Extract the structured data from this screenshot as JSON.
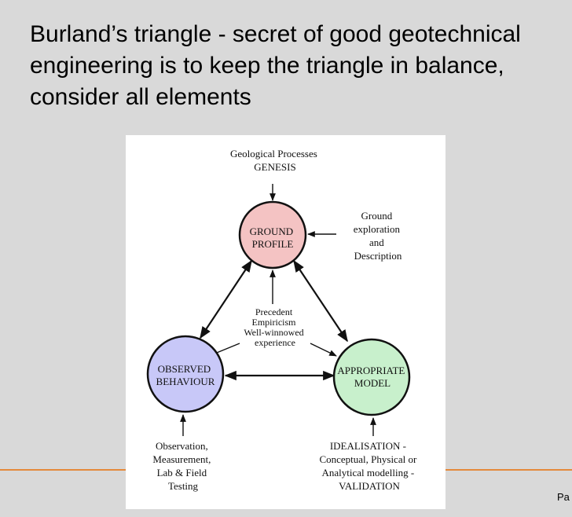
{
  "slide": {
    "title_lines": [
      "Burland’s triangle - secret of good geotechnical",
      "engineering is to keep the triangle in balance,",
      "consider all elements"
    ],
    "page_label": "Pa"
  },
  "diagram": {
    "top_input": [
      "Geological Processes",
      "GENESIS"
    ],
    "ground_profile": [
      "GROUND",
      "PROFILE"
    ],
    "right_input": [
      "Ground",
      "exploration",
      "and",
      "Description"
    ],
    "center": [
      "Precedent",
      "Empiricism",
      "Well-winnowed",
      "experience"
    ],
    "observed_behaviour": [
      "OBSERVED",
      "BEHAVIOUR"
    ],
    "appropriate_model": [
      "APPROPRIATE",
      "MODEL"
    ],
    "bottom_left_input": [
      "Observation,",
      "Measurement,",
      "Lab & Field",
      "Testing"
    ],
    "bottom_right_input": [
      "IDEALISATION -",
      "Conceptual, Physical or",
      "Analytical modelling -",
      "VALIDATION"
    ],
    "colors": {
      "ground_profile_fill": "#f4c3c3",
      "observed_behaviour_fill": "#c8c8f8",
      "appropriate_model_fill": "#c8f0cc",
      "background": "#d9d9d9",
      "accent_line": "#e4893b"
    }
  }
}
